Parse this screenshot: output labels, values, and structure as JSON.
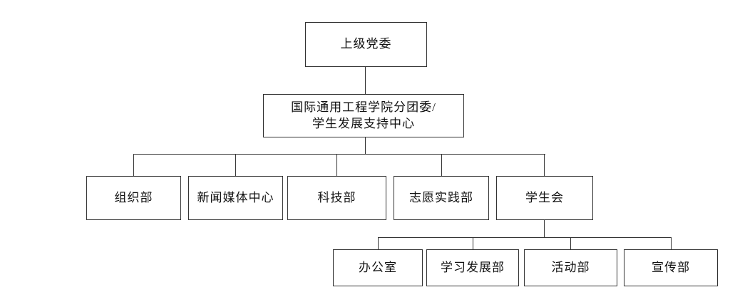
{
  "diagram": {
    "type": "org-chart",
    "background_color": "#ffffff",
    "line_color": "#333333",
    "text_color": "#111111",
    "root": {
      "label": "上级党委"
    },
    "committee": {
      "lines": [
        "国际通用工程学院分团委/",
        "学生发展支持中心"
      ]
    },
    "departments": [
      {
        "label": "组织部"
      },
      {
        "label": "新闻媒体中心"
      },
      {
        "label": "科技部"
      },
      {
        "label": "志愿实践部"
      },
      {
        "label": "学生会"
      }
    ],
    "student_union_departments": [
      {
        "label": "办公室"
      },
      {
        "label": "学习发展部"
      },
      {
        "label": "活动部"
      },
      {
        "label": "宣传部"
      }
    ]
  }
}
